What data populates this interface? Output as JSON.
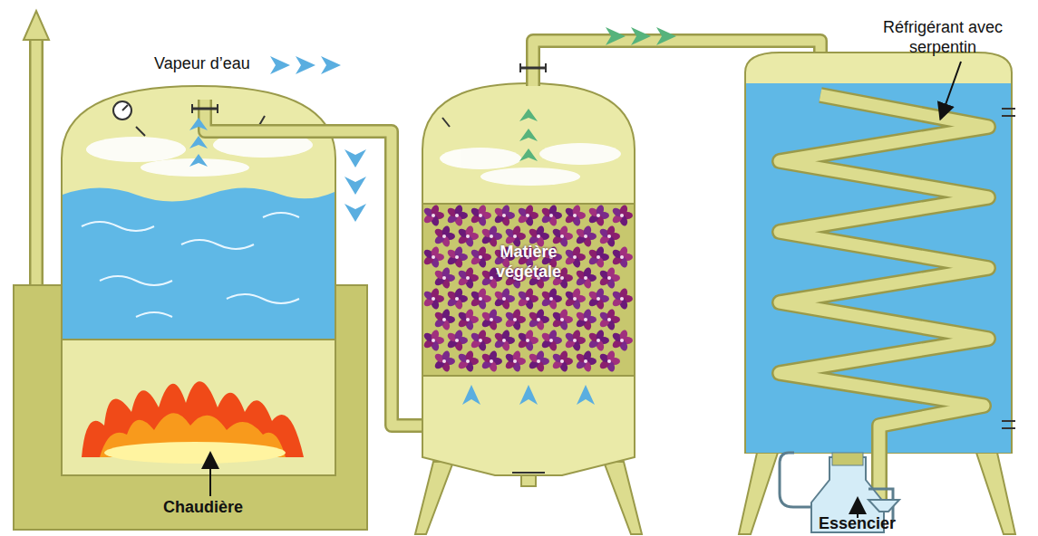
{
  "diagram": {
    "labels": [
      "Vapeur d’eau",
      "Réfrigérant avec serpentin",
      "Matière végétale",
      "Chaudière",
      "Essencier"
    ]
  }
}
